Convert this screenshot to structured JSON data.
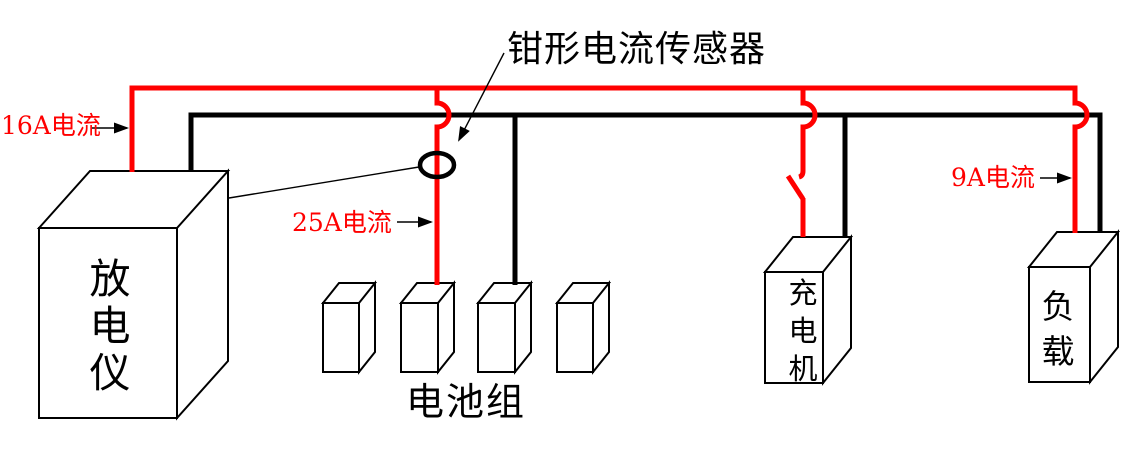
{
  "diagram": {
    "title": "钳形电流传感器",
    "current_labels": {
      "discharger_branch": "16A电流",
      "battery_branch": "25A电流",
      "load_branch": "9A电流"
    },
    "components": {
      "discharger": {
        "name": "放电仪",
        "chars": [
          "放",
          "电",
          "仪"
        ]
      },
      "battery_group": {
        "name": "电池组",
        "cell_count": 4
      },
      "charger": {
        "name": "充电机",
        "chars": [
          "充",
          "电",
          "机"
        ]
      },
      "load": {
        "name": "负载",
        "chars": [
          "负",
          "载"
        ]
      }
    },
    "sensor": {
      "name": "clamp-current-sensor",
      "label": "钳形电流传感器"
    },
    "colors": {
      "positive_wire": "#ff0000",
      "negative_wire": "#000000",
      "label_red": "#ff0000",
      "background": "#ffffff"
    }
  }
}
